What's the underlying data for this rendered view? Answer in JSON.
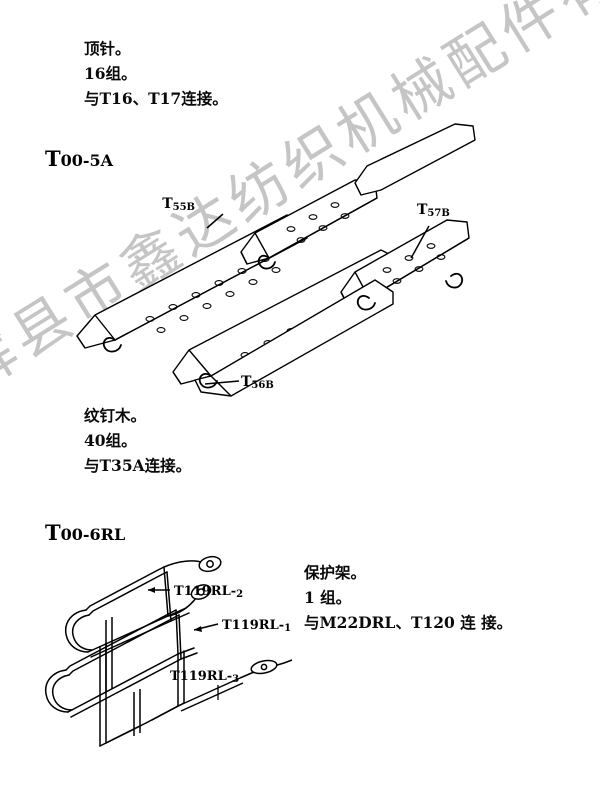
{
  "page": {
    "background_color": "#ffffff",
    "ink_color": "#000000",
    "watermark": {
      "text": "辉县市鑫达纺织机械配件有限公司",
      "color": "#b9b9b9",
      "rotation_deg": -32
    }
  },
  "entries": [
    {
      "id": "entry-top-text",
      "description_lines": [
        "顶针。",
        "16组。",
        "与T16、T17连接。"
      ]
    },
    {
      "id": "entry-t00-5a",
      "part_code": {
        "prefix": "T",
        "suffix": "00-5A",
        "full": "T00-5A"
      },
      "callouts": [
        {
          "label_prefix": "T",
          "label_suffix": "55B",
          "full": "T55B"
        },
        {
          "label_prefix": "T",
          "label_suffix": "57B",
          "full": "T57B"
        },
        {
          "label_prefix": "T",
          "label_suffix": "56B",
          "full": "T56B"
        }
      ],
      "description_lines": [
        "纹钉木。",
        "40组。",
        "与T35A连接。"
      ]
    },
    {
      "id": "entry-t00-6rl",
      "part_code": {
        "prefix": "T",
        "suffix": "00-6RL",
        "full": "T00-6RL"
      },
      "callouts": [
        {
          "label_prefix": "T119RL-",
          "label_suffix": "2",
          "full": "T119RL-2"
        },
        {
          "label_prefix": "T119RL-",
          "label_suffix": "1",
          "full": "T119RL-1"
        },
        {
          "label_prefix": "T119RL-",
          "label_suffix": "3",
          "full": "T119RL-3"
        }
      ],
      "description_lines": [
        "保护架。",
        "1 组。",
        "与M22DRL、T120 连 接。"
      ]
    }
  ]
}
